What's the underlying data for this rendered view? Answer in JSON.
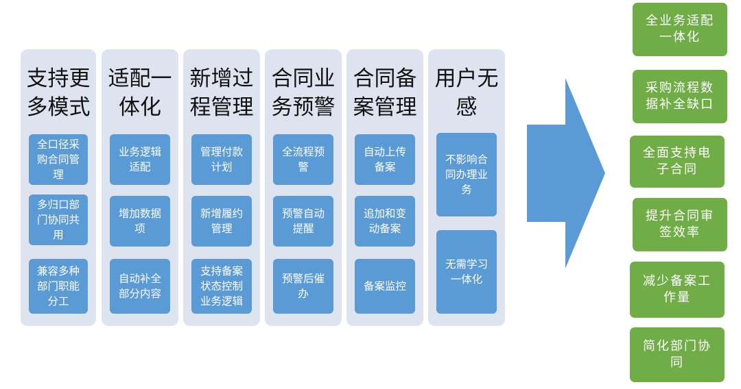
{
  "columns": [
    {
      "title": "支持更多模式",
      "items": [
        "全口径采购合同管理",
        "多归口部门协同共用",
        "兼容多种部门职能分工"
      ]
    },
    {
      "title": "适配一体化",
      "items": [
        "业务逻辑适配",
        "增加数据项",
        "自动补全部分内容"
      ]
    },
    {
      "title": "新增过程管理",
      "items": [
        "管理付款计划",
        "新增履约管理",
        "支持备案状态控制业务逻辑"
      ]
    },
    {
      "title": "合同业务预警",
      "items": [
        "全流程预警",
        "预警自动提醒",
        "预警后催办"
      ]
    },
    {
      "title": "合同备案管理",
      "items": [
        "自动上传备案",
        "追加和变动备案",
        "备案监控"
      ]
    },
    {
      "title": "用户无感",
      "items": [
        "不影响合同办理业务",
        "无需学习一体化"
      ]
    }
  ],
  "results": [
    "全业务适配一体化",
    "采购流程数据补全缺口",
    "全面支持电子合同",
    "提升合同审签效率",
    "减少备案工作量",
    "简化部门协同"
  ],
  "colors": {
    "column_bg": "#dde3ef",
    "sub_box": "#5b9bd5",
    "arrow": "#5b9bd5",
    "result_box": "#70ad47"
  }
}
